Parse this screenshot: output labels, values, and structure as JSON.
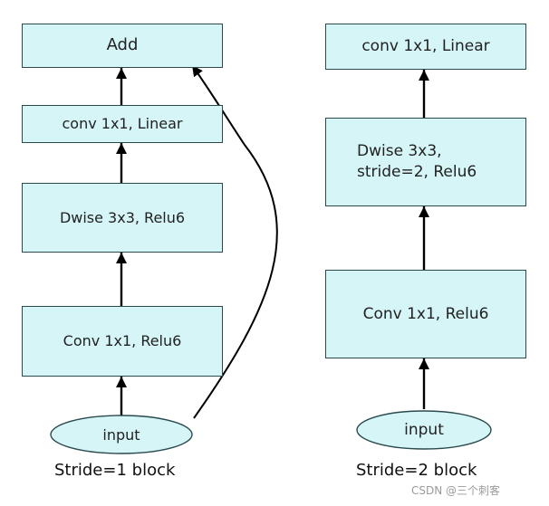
{
  "left_block": {
    "add": "Add",
    "conv_linear": "conv 1x1, Linear",
    "dwise": "Dwise 3x3, Relu6",
    "conv_relu": "Conv 1x1, Relu6",
    "input": "input",
    "caption": "Stride=1 block"
  },
  "right_block": {
    "conv_linear": "conv 1x1, Linear",
    "dwise": "Dwise 3x3,\nstride=2, Relu6",
    "conv_relu": "Conv 1x1, Relu6",
    "input": "input",
    "caption": "Stride=2 block"
  },
  "watermark": "CSDN @三个刺客",
  "colors": {
    "box_fill": "#d6f5f7",
    "box_border": "#2a4a4f",
    "arrow": "#000000"
  }
}
